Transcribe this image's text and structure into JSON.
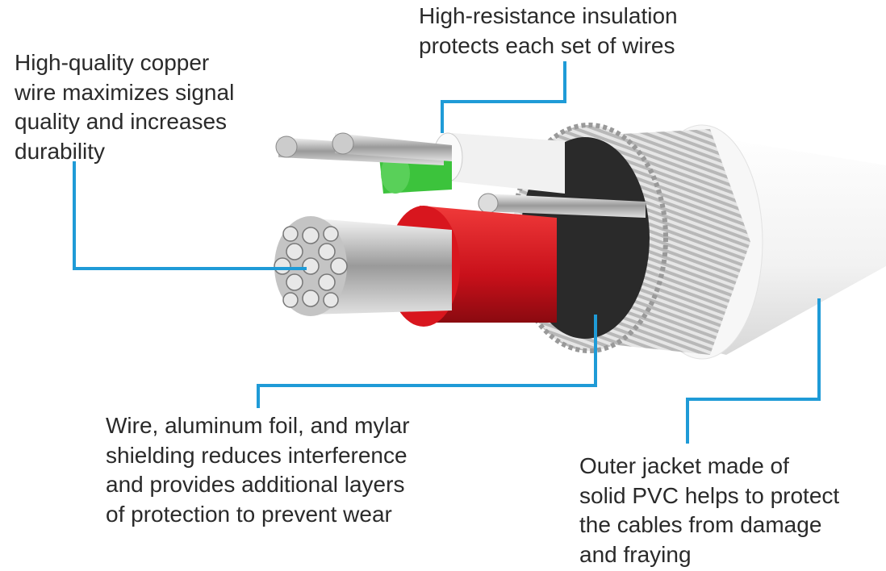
{
  "callouts": {
    "insulation": {
      "lines": [
        "High-resistance insulation",
        "protects each set of wires"
      ]
    },
    "copper": {
      "lines": [
        "High-quality copper",
        "wire maximizes signal",
        "quality and increases",
        "durability"
      ]
    },
    "shielding": {
      "lines": [
        "Wire, aluminum foil, and mylar",
        "shielding reduces interference",
        "and provides additional layers",
        "of protection to prevent wear"
      ]
    },
    "jacket": {
      "lines": [
        "Outer jacket made of",
        "solid PVC helps to protect",
        "the cables from damage",
        "and fraying"
      ]
    }
  },
  "colors": {
    "leader": "#1f9bd7",
    "red_insulation": "#d0151c",
    "green_insulation": "#3cc33c",
    "jacket": "#f4f4f4"
  }
}
